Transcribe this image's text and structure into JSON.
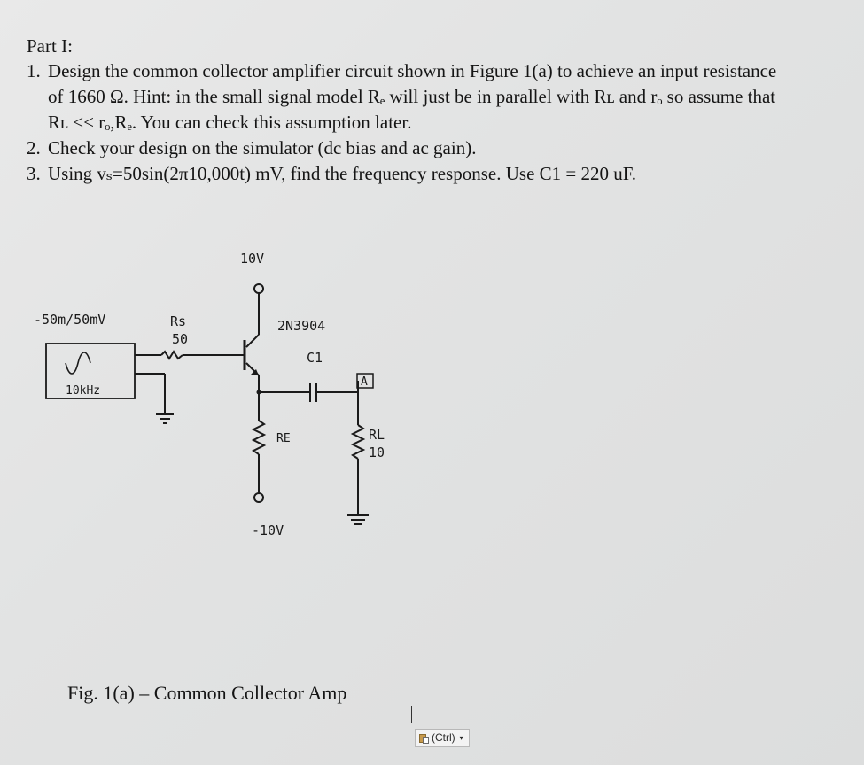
{
  "document": {
    "part_title": "Part I:",
    "questions": [
      {
        "number": "1.",
        "lines": [
          "Design the common collector amplifier circuit shown in Figure 1(a) to achieve an input resistance",
          "of 1660 Ω.  Hint: in the small signal model Rₑ will just be in parallel with Rʟ and rₒ so assume that",
          "Rʟ << rₒ,Rₑ.  You can check this assumption later."
        ]
      },
      {
        "number": "2.",
        "lines": [
          "Check your design on the simulator (dc bias and ac gain)."
        ]
      },
      {
        "number": "3.",
        "lines": [
          "Using vₛ=50sin(2π10,000t) mV, find the frequency response. Use C1 = 220 uF."
        ]
      }
    ]
  },
  "schematic": {
    "supply_top": "10V",
    "supply_bottom": "-10V",
    "source_amplitude": "-50m/50mV",
    "source_freq": "10kHz",
    "rs_name": "Rs",
    "rs_value": "50",
    "transistor": "2N3904",
    "cap_name": "C1",
    "re_name": "RE",
    "rl_name": "RL",
    "rl_value": "10",
    "probe_label": "A"
  },
  "caption": "Fig. 1(a) – Common Collector Amp",
  "paste_options": {
    "label": "(Ctrl)",
    "caret": "▾"
  }
}
